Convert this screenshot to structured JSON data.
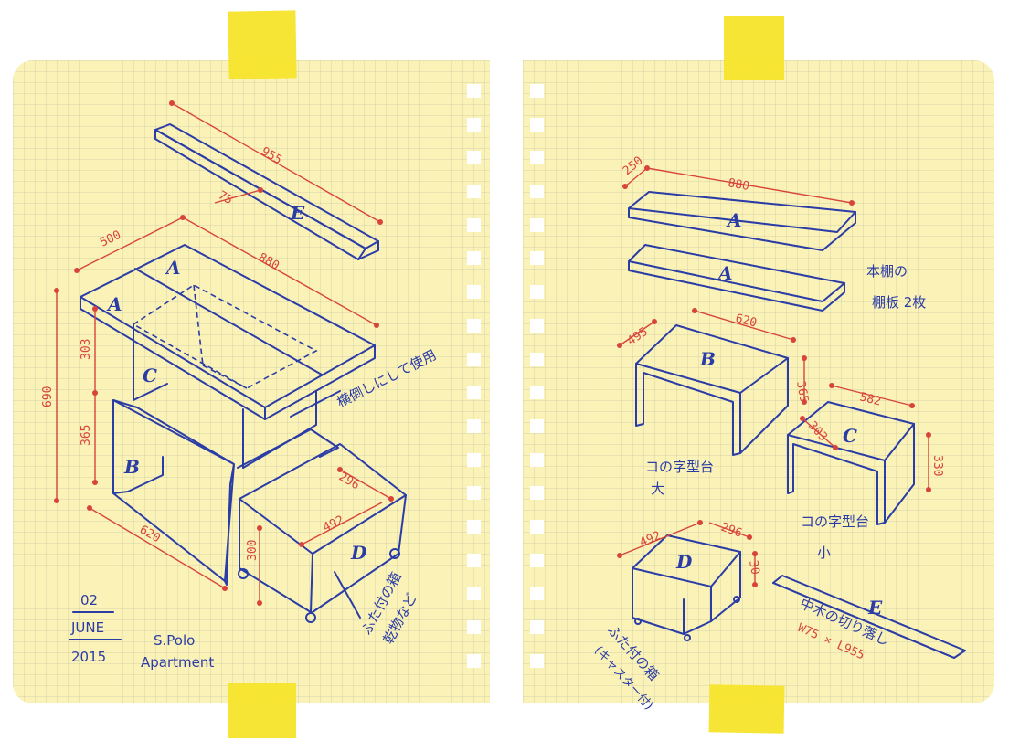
{
  "left": {
    "dims": {
      "e_length": "955",
      "e_width": "75",
      "a_depth": "500",
      "a_length": "880",
      "total_height": "690",
      "upper_height": "303",
      "lower_height": "365",
      "base_length": "620",
      "d_depth": "296",
      "d_length": "492",
      "d_height": "300"
    },
    "letters": {
      "e": "E",
      "a1": "A",
      "a2": "A",
      "c": "C",
      "b": "B",
      "d": "D"
    },
    "notes": {
      "sideways": "横倒しにして使用",
      "lid_box_1": "ふた付の箱",
      "lid_box_2": "乾物など"
    },
    "date": {
      "day": "02",
      "month": "JUNE",
      "year": "2015"
    },
    "signature": {
      "line1": "S.Polo",
      "line2": "Apartment"
    }
  },
  "right": {
    "dims": {
      "a_width": "250",
      "a_length": "880",
      "b_depth": "495",
      "b_length": "620",
      "b_height": "365",
      "c_length": "582",
      "c_depth": "303",
      "c_height": "330",
      "d_length": "492",
      "d_depth": "296",
      "d_height": "30"
    },
    "letters": {
      "a1": "A",
      "a2": "A",
      "b": "B",
      "c": "C",
      "d": "D",
      "e": "E"
    },
    "notes": {
      "shelf_1": "本棚の",
      "shelf_2": "棚板 2枚",
      "b_label_1": "コの字型台",
      "b_label_2": "大",
      "c_label_1": "コの字型台",
      "c_label_2": "小",
      "d_label_1": "ふた付の箱",
      "d_label_2": "(キャスター付)",
      "e_label_1": "中木の切り落し",
      "e_label_2": "W75 × L955"
    }
  },
  "colors": {
    "paper": "#fbf2b7",
    "ink_blue": "#2a3ca6",
    "ink_red": "#d8443c",
    "tape": "#f7e42e"
  }
}
